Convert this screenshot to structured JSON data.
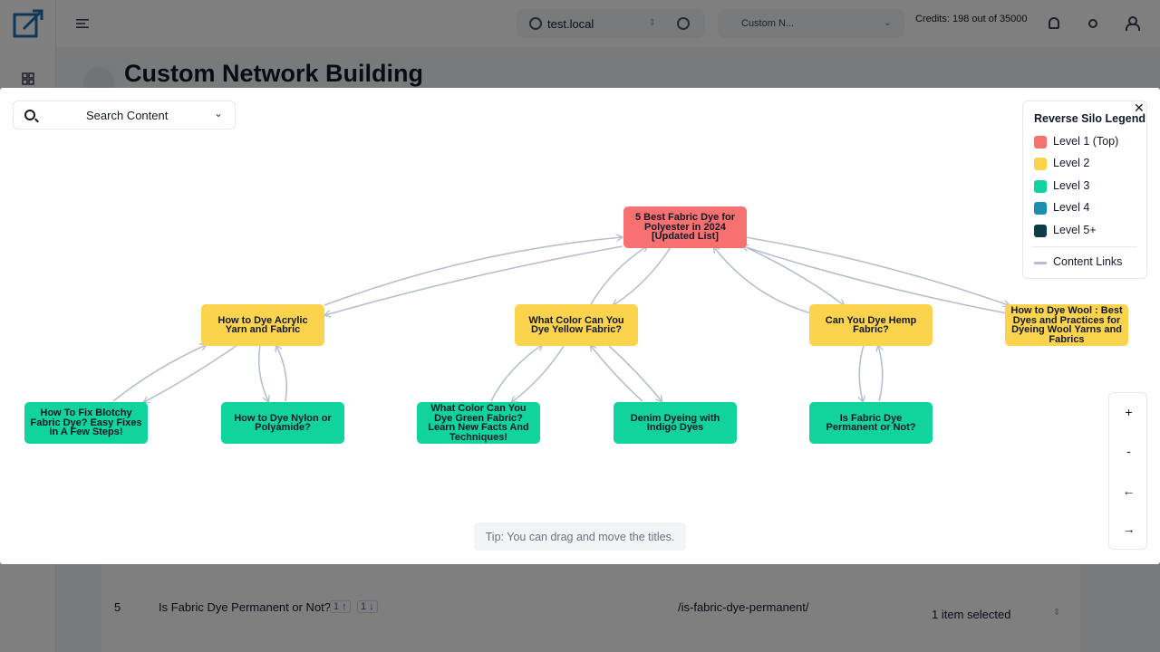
{
  "header": {
    "domain": "test.local",
    "network": "Custom N...",
    "credits": "Credits: 198 out of 35000"
  },
  "page": {
    "title": "Custom Network Building"
  },
  "background_table": {
    "row": {
      "num": "5",
      "title": "Is Fabric Dye Permanent or Not?",
      "badge_up": "1 ↑",
      "badge_down": "1 ↓",
      "url": "/is-fabric-dye-permanent/",
      "selection": "1 item selected"
    }
  },
  "modal": {
    "search_label": "Search Content",
    "close": "✕",
    "legend": {
      "title": "Reverse Silo Legend",
      "items": [
        {
          "label": "Level 1 (Top)",
          "color": "#f87171"
        },
        {
          "label": "Level 2",
          "color": "#fcd34d"
        },
        {
          "label": "Level 3",
          "color": "#10d49c"
        },
        {
          "label": "Level 4",
          "color": "#1a8faf"
        },
        {
          "label": "Level 5+",
          "color": "#0c3c4a"
        }
      ],
      "link_label": "Content Links",
      "link_color": "#b6bfcd"
    },
    "nodes": {
      "n0": "5 Best Fabric Dye for Polyester in 2024 [Updated List]",
      "n1": "How to Dye Acrylic Yarn and Fabric",
      "n2": "What Color Can You Dye Yellow Fabric?",
      "n3": "Can You Dye Hemp Fabric?",
      "n4": "How to Dye Wool : Best Dyes and Practices for Dyeing Wool Yarns and Fabrics",
      "n5": "How To Fix Blotchy Fabric Dye? Easy Fixes in A Few Steps!",
      "n6": "How to Dye Nylon or Polyamide?",
      "n7": "What Color Can You Dye Green Fabric? Learn New Facts And Techniques!",
      "n8": "Denim Dyeing with Indigo Dyes",
      "n9": "Is Fabric Dye Permanent or Not?"
    },
    "zoom": {
      "in": "+",
      "out": "-",
      "left": "←",
      "right": "→"
    },
    "tip": "Tip: You can drag and move the titles."
  }
}
